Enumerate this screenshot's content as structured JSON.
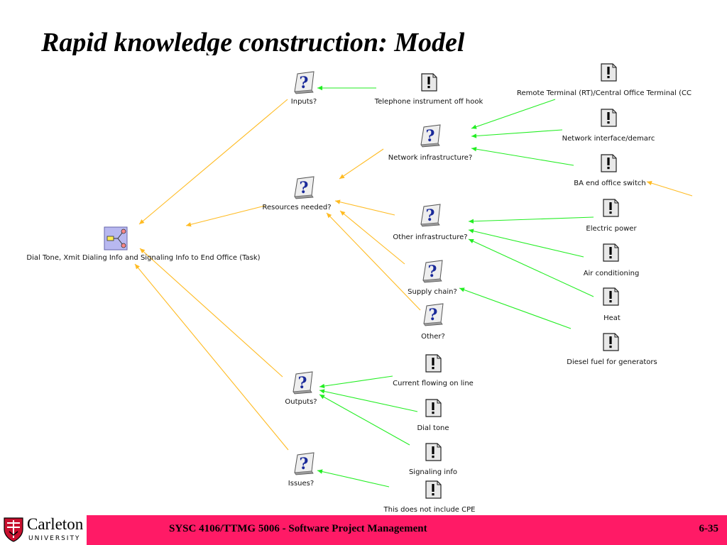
{
  "slide": {
    "title": "Rapid knowledge construction: Model"
  },
  "diagram": {
    "nodes": [
      {
        "id": "task",
        "kind": "task",
        "label": "Dial Tone, Xmit Dialing Info and Signaling Info to End Office (Task)"
      },
      {
        "id": "inputs",
        "kind": "question",
        "label": "Inputs?"
      },
      {
        "id": "telephone",
        "kind": "fact",
        "label": "Telephone instrument off hook"
      },
      {
        "id": "network",
        "kind": "question",
        "label": "Network infrastructure?"
      },
      {
        "id": "remote",
        "kind": "fact",
        "label": "Remote Terminal (RT)/Central Office Terminal (CC"
      },
      {
        "id": "netif",
        "kind": "fact",
        "label": "Network interface/demarc"
      },
      {
        "id": "ba",
        "kind": "fact",
        "label": "BA end office switch"
      },
      {
        "id": "resources",
        "kind": "question",
        "label": "Resources needed?"
      },
      {
        "id": "otherinfra",
        "kind": "question",
        "label": "Other infrastructure?"
      },
      {
        "id": "electric",
        "kind": "fact",
        "label": "Electric power"
      },
      {
        "id": "aircon",
        "kind": "fact",
        "label": "Air conditioning"
      },
      {
        "id": "heat",
        "kind": "fact",
        "label": "Heat"
      },
      {
        "id": "supply",
        "kind": "question",
        "label": "Supply chain?"
      },
      {
        "id": "diesel",
        "kind": "fact",
        "label": "Diesel fuel for generators"
      },
      {
        "id": "other",
        "kind": "question",
        "label": "Other?"
      },
      {
        "id": "outputs",
        "kind": "question",
        "label": "Outputs?"
      },
      {
        "id": "current",
        "kind": "fact",
        "label": "Current flowing on line"
      },
      {
        "id": "dialtone",
        "kind": "fact",
        "label": "Dial tone"
      },
      {
        "id": "signaling",
        "kind": "fact",
        "label": "Signaling info"
      },
      {
        "id": "issues",
        "kind": "question",
        "label": "Issues?"
      },
      {
        "id": "cpe",
        "kind": "fact",
        "label": "This does not include CPE"
      }
    ],
    "edges": [
      {
        "from": "inputs",
        "to": "task",
        "color": "orange"
      },
      {
        "from": "resources",
        "to": "task",
        "color": "orange"
      },
      {
        "from": "outputs",
        "to": "task",
        "color": "orange"
      },
      {
        "from": "issues",
        "to": "task",
        "color": "orange"
      },
      {
        "from": "telephone",
        "to": "inputs",
        "color": "green"
      },
      {
        "from": "network",
        "to": "resources",
        "color": "orange"
      },
      {
        "from": "otherinfra",
        "to": "resources",
        "color": "orange"
      },
      {
        "from": "supply",
        "to": "resources",
        "color": "orange"
      },
      {
        "from": "other",
        "to": "resources",
        "color": "orange"
      },
      {
        "from": "remote",
        "to": "network",
        "color": "green"
      },
      {
        "from": "netif",
        "to": "network",
        "color": "green"
      },
      {
        "from": "ba",
        "to": "network",
        "color": "green"
      },
      {
        "from": "offscreen",
        "to": "ba",
        "color": "orange"
      },
      {
        "from": "electric",
        "to": "otherinfra",
        "color": "green"
      },
      {
        "from": "aircon",
        "to": "otherinfra",
        "color": "green"
      },
      {
        "from": "heat",
        "to": "otherinfra",
        "color": "green"
      },
      {
        "from": "diesel",
        "to": "supply",
        "color": "green"
      },
      {
        "from": "current",
        "to": "outputs",
        "color": "green"
      },
      {
        "from": "dialtone",
        "to": "outputs",
        "color": "green"
      },
      {
        "from": "signaling",
        "to": "outputs",
        "color": "green"
      },
      {
        "from": "cpe",
        "to": "issues",
        "color": "green"
      }
    ],
    "colors": {
      "green": "#22ee22",
      "orange": "#ffbb22",
      "task_icon_bg": "#b8b8f0",
      "question_mark": "#1a2a9a"
    }
  },
  "footer": {
    "course": "SYSC 4106/TTMG 5006 - Software Project Management",
    "page": "6-35",
    "bg_color": "#ff1a66"
  },
  "logo": {
    "name": "Carleton",
    "sub": "UNIVERSITY"
  }
}
